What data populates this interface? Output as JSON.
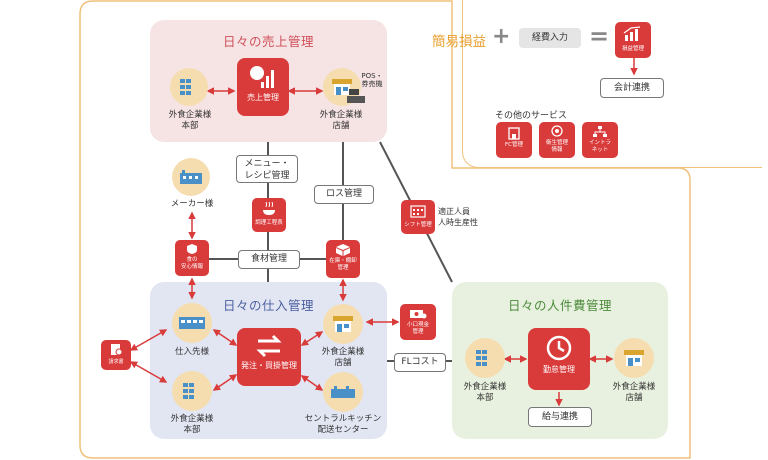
{
  "top_right": {
    "simple_pl": "簡易損益",
    "plus": "+",
    "expense_input": "経費入力",
    "equals": "=",
    "pl_management": "損益管理",
    "accounting_link": "会計連携",
    "other_services_title": "その他のサービス",
    "other_services": [
      "FC管理",
      "衛生管理\n情報",
      "イントラ\nネット"
    ]
  },
  "sales_panel": {
    "title": "日々の売上管理",
    "hq_label": "外食企業様\n本部",
    "core": "売上管理",
    "store_label": "外食企業様\n店舗",
    "pos_label": "POS・\n券売機"
  },
  "middle": {
    "menu_recipe": "メニュー・\nレシピ管理",
    "loss": "ロス管理",
    "maker": "メーカー様",
    "cooking_sheet": "調理工程表",
    "staffing_icon": "シフト管理",
    "staffing_text": "適正人員\n人時生産性",
    "food_safety": "食の\n安心情報",
    "ingredient": "食材管理",
    "inventory": "在庫・棚卸\n管理",
    "petty_cash": "小口現金\n管理",
    "fl_cost": "FLコスト"
  },
  "purchase_panel": {
    "title": "日々の仕入管理",
    "supplier": "仕入先様",
    "hq_label": "外食企業様\n本部",
    "core": "発注・買掛管理",
    "store_label": "外食企業様\n店舗",
    "kitchen_label": "セントラルキッチン\n配送センター",
    "invoice": "請求書"
  },
  "labor_panel": {
    "title": "日々の人件費管理",
    "hq_label": "外食企業様\n本部",
    "core": "勤怠管理",
    "store_label": "外食企業様\n店舗",
    "payroll": "給与連携"
  },
  "colors": {
    "red": "#d93a3a",
    "orange_text": "#e8a030",
    "sales_bg": "#f6e3e4",
    "purchase_bg": "#e2e6f3",
    "labor_bg": "#e8f1df",
    "frame": "#f0c27a",
    "circle": "#f5ddb0"
  }
}
